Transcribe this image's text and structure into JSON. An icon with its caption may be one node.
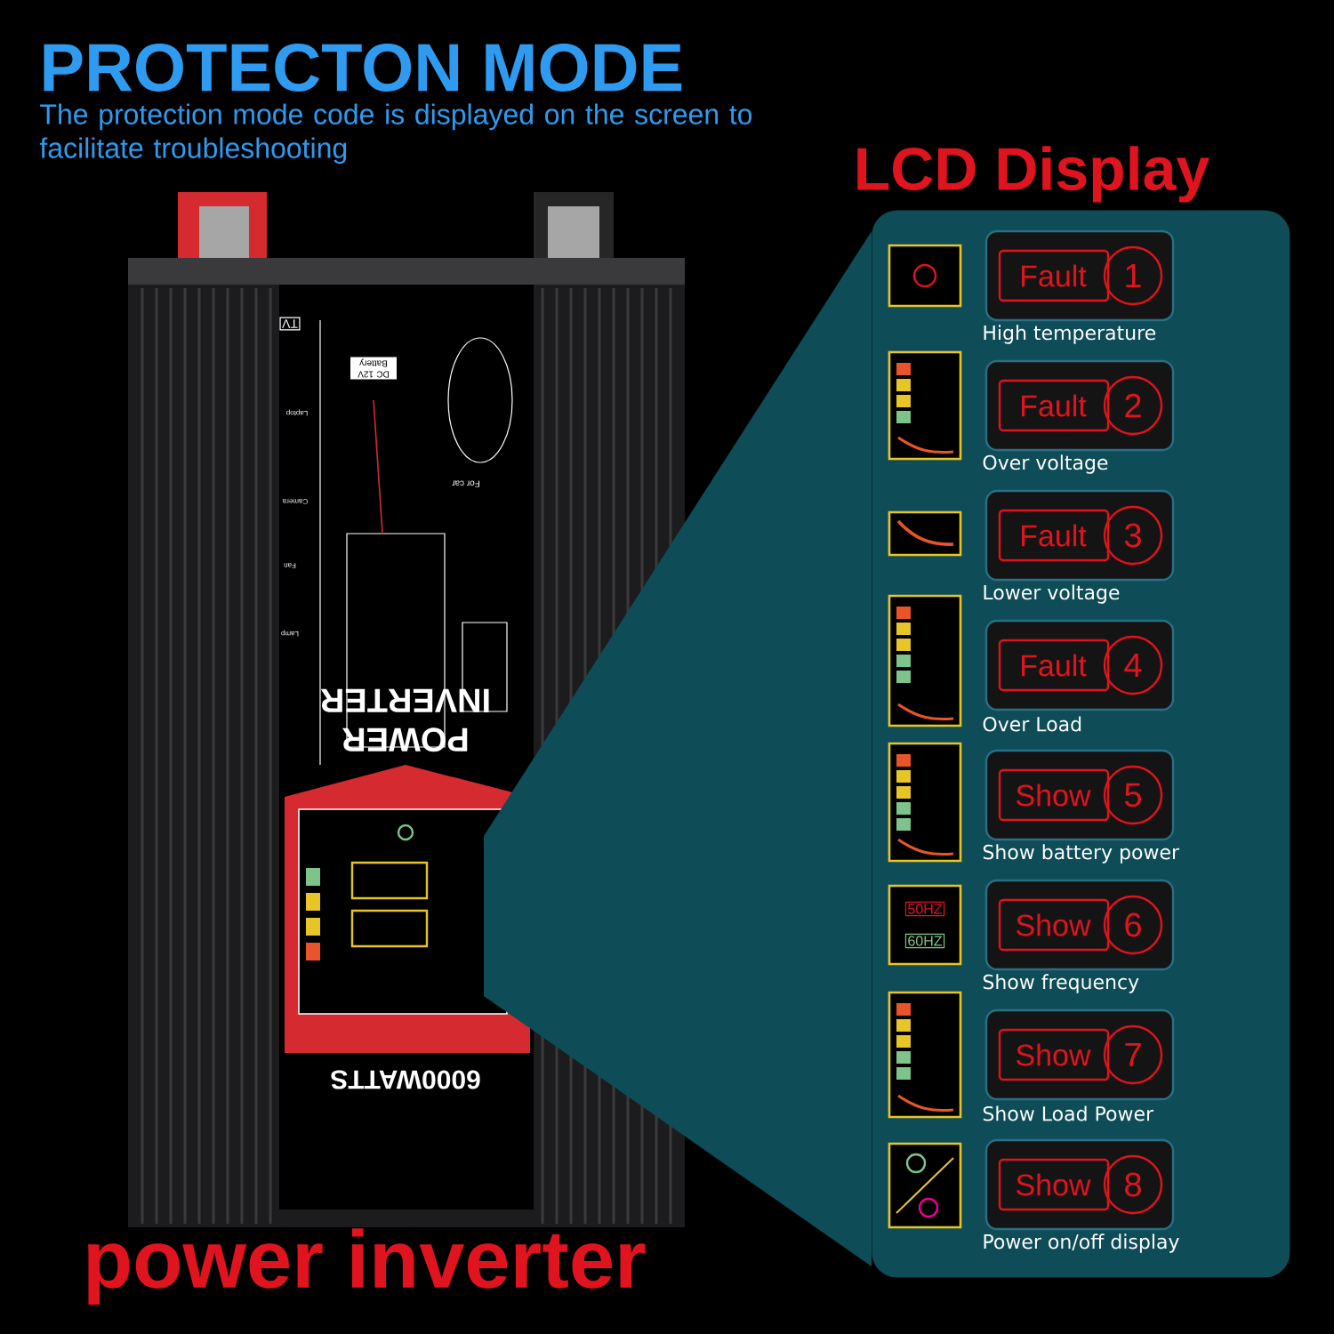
{
  "diagram": {
    "title": "PROTECTON MODE",
    "caption": "The protection mode code is displayed on the screen to facilitate troubleshooting",
    "nodes": [
      {
        "text": [
          "LCD Display"
        ]
      },
      {
        "text": [
          "Fault",
          "1"
        ],
        "in": 0,
        "beside": [
          "High temperature"
        ]
      },
      {
        "text": [
          "Fault",
          "2"
        ],
        "in": 0,
        "beside": [
          "Over voltage"
        ]
      },
      {
        "text": [
          "Fault",
          "3"
        ],
        "in": 0,
        "beside": [
          "Lower voltage"
        ]
      },
      {
        "text": [
          "Fault",
          "4"
        ],
        "in": 0,
        "beside": [
          "Over Load"
        ]
      },
      {
        "text": [
          "Show",
          "5"
        ],
        "in": 0,
        "beside": [
          "Show battery power"
        ]
      },
      {
        "text": [
          "Show",
          "6"
        ],
        "in": 0,
        "beside": [
          "Show frequency"
        ]
      },
      {
        "text": [
          "Show",
          "7"
        ],
        "in": 0,
        "beside": [
          "Show Load Power"
        ]
      },
      {
        "text": [
          "Show",
          "8"
        ],
        "in": 0,
        "beside": [
          "Power on/off display"
        ]
      }
    ],
    "labels": [
      "TV",
      "Laptop",
      "DC 12V Battery",
      "For car",
      "Camera",
      "Fan",
      "Lamp",
      "POWER INVERTER",
      "6000WATTS",
      "50HZ",
      "60HZ",
      "power inverter"
    ]
  }
}
